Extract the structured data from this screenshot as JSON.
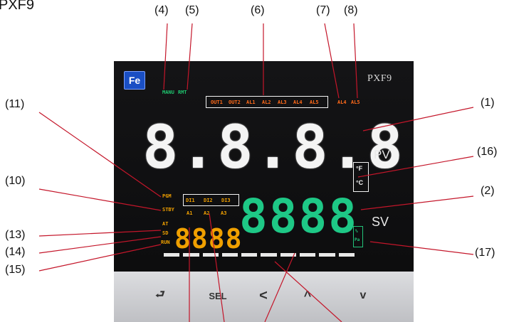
{
  "figure_title": "PXF9",
  "device": {
    "logo": "Fe",
    "model": "PXF9",
    "pv_label": "PV",
    "sv_label": "SV",
    "pv_digits": "8.8.8.8",
    "sv_digits": "8888",
    "small_digits": "8888",
    "unit_f": "°F",
    "unit_c": "°C",
    "green_indicators": [
      "MANU",
      "RMT"
    ],
    "orange_indicators": [
      "OUT1",
      "OUT2",
      "AL1",
      "AL2",
      "AL3",
      "AL4",
      "AL5"
    ],
    "amber_top": [
      "DI1",
      "DI2",
      "DI3"
    ],
    "amber_left": [
      "PGM",
      "STBY",
      "AT",
      "SD",
      "RUN"
    ],
    "amber_mid": [
      "A1",
      "A2",
      "A3"
    ],
    "sv_unit_marks": [
      "%",
      "Pa"
    ],
    "keys": [
      "⮐",
      "SEL",
      "<",
      "^",
      "v"
    ]
  },
  "callouts": [
    "(1)",
    "(2)",
    "(4)",
    "(5)",
    "(6)",
    "(7)",
    "(8)",
    "(10)",
    "(11)",
    "(13)",
    "(14)",
    "(15)",
    "(16)",
    "(17)"
  ],
  "colors": {
    "leader": "#c4162a",
    "pv_digit": "#f4f4f4",
    "sv_digit": "#1ec886",
    "orange": "#ff6a1a",
    "amber": "#f0a000",
    "green": "#1fc46e"
  }
}
